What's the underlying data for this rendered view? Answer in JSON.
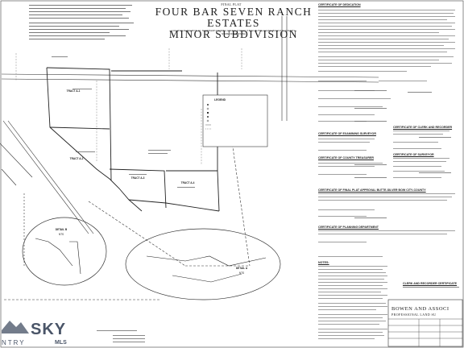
{
  "plat": {
    "heading_small": "FINAL PLAT",
    "title_line1": "FOUR BAR SEVEN RANCH ESTATES",
    "title_line2": "MINOR SUBDIVISION",
    "location": "LOCATED IN SECTION 10, TOWNSHIP 2 NORTH, RANGE 9 WEST, P.M.M. BUTTE-SILVER BOW CITY-COUNTY, STATE OF MONTANA"
  },
  "tracts": {
    "tract_a1": "TRACT A-1",
    "tract_a2": "TRACT A-2",
    "tract_a3": "TRACT A-3",
    "tract_a4": "TRACT A-4"
  },
  "labels": {
    "detail_b": "DETAIL B",
    "detail_a": "DETAIL A",
    "nts": "NTS",
    "legend": "LEGEND"
  },
  "certificates": {
    "dedication": "CERTIFICATE OF DEDICATION",
    "examining_surveyor": "CERTIFICATE OF EXAMINING SURVEYOR",
    "county_treasurer": "CERTIFICATE OF COUNTY TREASURER",
    "final_plat_approval": "CERTIFICATE OF FINAL PLAT APPROVAL BUTTE-SILVER BOW CITY-COUNTY",
    "planning_department": "CERTIFICATE OF PLANNING DEPARTMENT",
    "clerk_recorder": "CERTIFICATE OF CLERK AND RECORDER",
    "surveyor": "CERTIFICATE OF SURVEYOR",
    "notes": "NOTES:",
    "clerk_recording": "CLERK AND RECORDER CERTIFICATE"
  },
  "firm": {
    "name": "BOWEN AND ASSOCI",
    "sub": "PROFESSIONAL LAND SU"
  },
  "watermark": {
    "brand": "SKY",
    "sub": "NTRY",
    "mls": "MLS"
  }
}
